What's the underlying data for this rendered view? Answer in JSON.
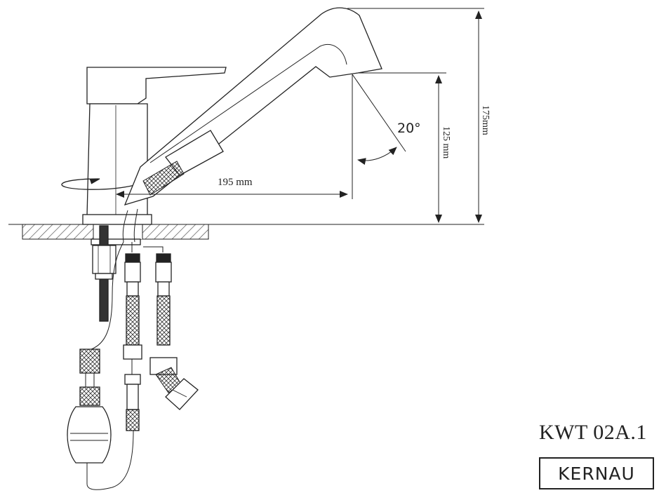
{
  "dimensions": {
    "reach": "195 mm",
    "spout_height": "125 mm",
    "total_height": "175mm",
    "angle": "20°"
  },
  "product": {
    "model": "KWT 02A.1",
    "brand": "KERNAU"
  },
  "colors": {
    "line": "#222222",
    "hatch": "#555555",
    "background": "#ffffff"
  }
}
